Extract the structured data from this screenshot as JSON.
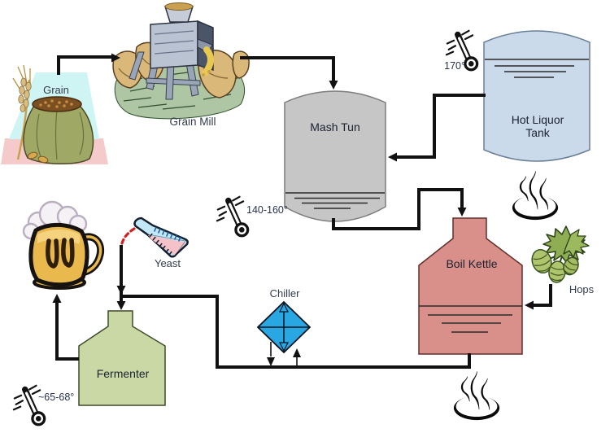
{
  "nodes": {
    "grain": {
      "label": "Grain"
    },
    "grain_mill": {
      "label": "Grain Mill"
    },
    "mash_tun": {
      "label": "Mash Tun",
      "fill": "#C6C6C6",
      "temperature": "140-160°"
    },
    "hot_liquor_tank": {
      "label": "Hot Liquor Tank",
      "fill": "#CBDAEA",
      "temperature": "170°"
    },
    "boil_kettle": {
      "label": "Boil Kettle",
      "fill": "#D9908A"
    },
    "chiller": {
      "label": "Chiller",
      "fill": "#29A7E3"
    },
    "fermenter": {
      "label": "Fermenter",
      "fill": "#C9D8A5",
      "temperature": "~65-68°"
    },
    "yeast": {
      "label": "Yeast"
    },
    "hops": {
      "label": "Hops"
    }
  },
  "icons": {
    "heat_glyph": "♨",
    "thermometer": "thermometer-icon"
  },
  "connections": [
    {
      "from": "Grain",
      "to": "Grain Mill"
    },
    {
      "from": "Grain Mill",
      "to": "Mash Tun"
    },
    {
      "from": "Hot Liquor Tank",
      "to": "Mash Tun"
    },
    {
      "from": "Mash Tun",
      "to": "Boil Kettle"
    },
    {
      "from": "Hops",
      "to": "Boil Kettle"
    },
    {
      "from": "Boil Kettle",
      "to": "Chiller"
    },
    {
      "from": "Chiller",
      "to": "Fermenter"
    },
    {
      "from": "Yeast",
      "to": "Fermenter"
    },
    {
      "from": "Fermenter",
      "to": "Beer Mug"
    }
  ]
}
